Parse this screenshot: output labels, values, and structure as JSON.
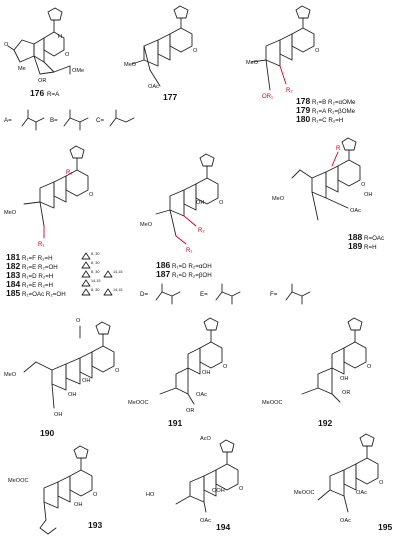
{
  "compounds": [
    {
      "id": "176",
      "number": "176",
      "legend": "R=A"
    },
    {
      "id": "177",
      "number": "177",
      "legend": ""
    },
    {
      "id": "178",
      "number": "178",
      "legend": "R₁=B  R₂=αOMe"
    },
    {
      "id": "179",
      "number": "179",
      "legend": "R₁=A  R₂=βOMe"
    },
    {
      "id": "180",
      "number": "180",
      "legend": "R₁=C  R₂=H"
    },
    {
      "id": "181",
      "number": "181",
      "legend": "R₁=F     R₂=H"
    },
    {
      "id": "182",
      "number": "182",
      "legend": "R₁=E     R₂=OH"
    },
    {
      "id": "183",
      "number": "183",
      "legend": "R₁=D     R₂=H"
    },
    {
      "id": "184",
      "number": "184",
      "legend": "R₁=E     R₂=H"
    },
    {
      "id": "185",
      "number": "185",
      "legend": "R₁=OAc  R₂=OH"
    },
    {
      "id": "186",
      "number": "186",
      "legend": "R₁=D  R₂=αOH"
    },
    {
      "id": "187",
      "number": "187",
      "legend": "R₁=D  R₂=βOH"
    },
    {
      "id": "188",
      "number": "188",
      "legend": "R=OAc"
    },
    {
      "id": "189",
      "number": "189",
      "legend": "R=H"
    },
    {
      "id": "190",
      "number": "190",
      "legend": ""
    },
    {
      "id": "191",
      "number": "191",
      "legend": ""
    },
    {
      "id": "192",
      "number": "192",
      "legend": ""
    },
    {
      "id": "193",
      "number": "193",
      "legend": ""
    },
    {
      "id": "194",
      "number": "194",
      "legend": ""
    },
    {
      "id": "195",
      "number": "195",
      "legend": ""
    }
  ],
  "delta_marks": [
    {
      "compound": "181",
      "positions": "8, 30"
    },
    {
      "compound": "182",
      "positions": "8, 30"
    },
    {
      "compound": "183",
      "positions": "8, 30"
    },
    {
      "compound": "183",
      "positions": "14,15"
    },
    {
      "compound": "184",
      "positions": "14,15"
    },
    {
      "compound": "185",
      "positions": "8, 30"
    },
    {
      "compound": "185",
      "positions": "14,15"
    }
  ],
  "substituents": {
    "A": "A=",
    "B": "B=",
    "C": "C=",
    "D": "D=",
    "E": "E=",
    "F": "F="
  },
  "atom_labels": {
    "me": "Me",
    "o": "O",
    "oh": "OH",
    "ooh": "OOH",
    "h": "H",
    "or": "OR",
    "or1": "OR₁",
    "r": "R",
    "r1": "R₁",
    "r2": "R₂",
    "ome": "OMe",
    "meo": "MeO",
    "oac": "OAc",
    "aco": "AcO",
    "ho": "HO",
    "meooc": "MeOOC"
  }
}
